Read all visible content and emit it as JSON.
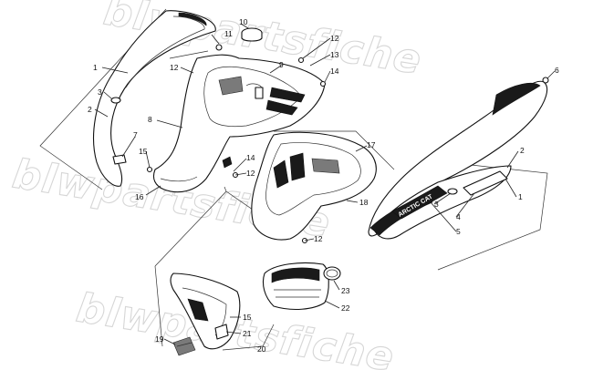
{
  "watermark": {
    "text_top": "blwpartsfiche",
    "text_mid": "blwpartsfiche",
    "text_bot": "blwpartsfiche"
  },
  "decal": {
    "brand": "ARCTIC CAT"
  },
  "callouts": {
    "c1_left": "1",
    "c2_left": "2",
    "c3_left": "3",
    "c7": "7",
    "c15_top": "15",
    "c16": "16",
    "c8": "8",
    "c12_a": "12",
    "c11": "11",
    "c10": "10",
    "c9": "9",
    "c12_b": "12",
    "c13": "13",
    "c14_top": "14",
    "c6": "6",
    "c14_mid": "14",
    "c12_c": "12",
    "c17": "17",
    "c18": "18",
    "c12_d": "12",
    "c2_right": "2",
    "c3_right": "3",
    "c4": "4",
    "c5": "5",
    "c1_right": "1",
    "c23": "23",
    "c22": "22",
    "c15_bot": "15",
    "c21": "21",
    "c19": "19",
    "c20": "20"
  }
}
